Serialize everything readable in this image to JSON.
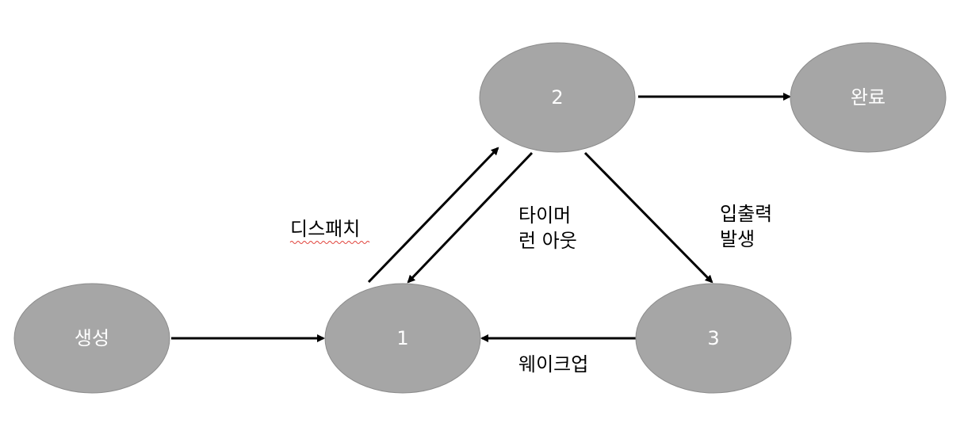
{
  "diagram": {
    "nodes": {
      "create": "생성",
      "ready": "1",
      "running": "2",
      "waiting": "3",
      "done": "완료"
    },
    "edges": {
      "dispatch": [
        "디스패치"
      ],
      "timeout": [
        "타이머",
        "런 아웃"
      ],
      "io": [
        "입출력",
        "발생"
      ],
      "wakeup": [
        "웨이크업"
      ]
    },
    "colors": {
      "node_fill": "#a6a6a6",
      "node_text": "#ffffff",
      "arrow": "#000000",
      "spellcheck_underline": "#e0413a"
    }
  }
}
